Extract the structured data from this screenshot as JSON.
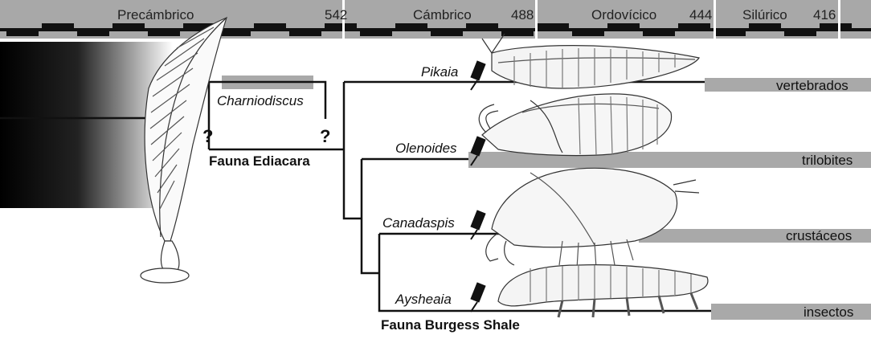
{
  "timescale": {
    "periods": [
      {
        "name": "Precámbrico"
      },
      {
        "name": "Cámbrico"
      },
      {
        "name": "Ordovícico"
      },
      {
        "name": "Silúrico"
      }
    ],
    "boundaries": [
      "542",
      "488",
      "444",
      "416"
    ]
  },
  "taxa": [
    {
      "name": "Charniodiscus"
    },
    {
      "name": "Pikaia"
    },
    {
      "name": "Olenoides"
    },
    {
      "name": "Canadaspis"
    },
    {
      "name": "Aysheaia"
    }
  ],
  "groups": [
    {
      "name": "vertebrados"
    },
    {
      "name": "trilobites"
    },
    {
      "name": "crustáceos"
    },
    {
      "name": "insectos"
    }
  ],
  "faunas": {
    "ediacara": "Fauna Ediacara",
    "burgess": "Fauna Burgess Shale"
  },
  "uncertain_mark": "?",
  "colors": {
    "timebar": "#a8a8a8",
    "range_bar": "#a9a9a9",
    "line": "#111111"
  }
}
